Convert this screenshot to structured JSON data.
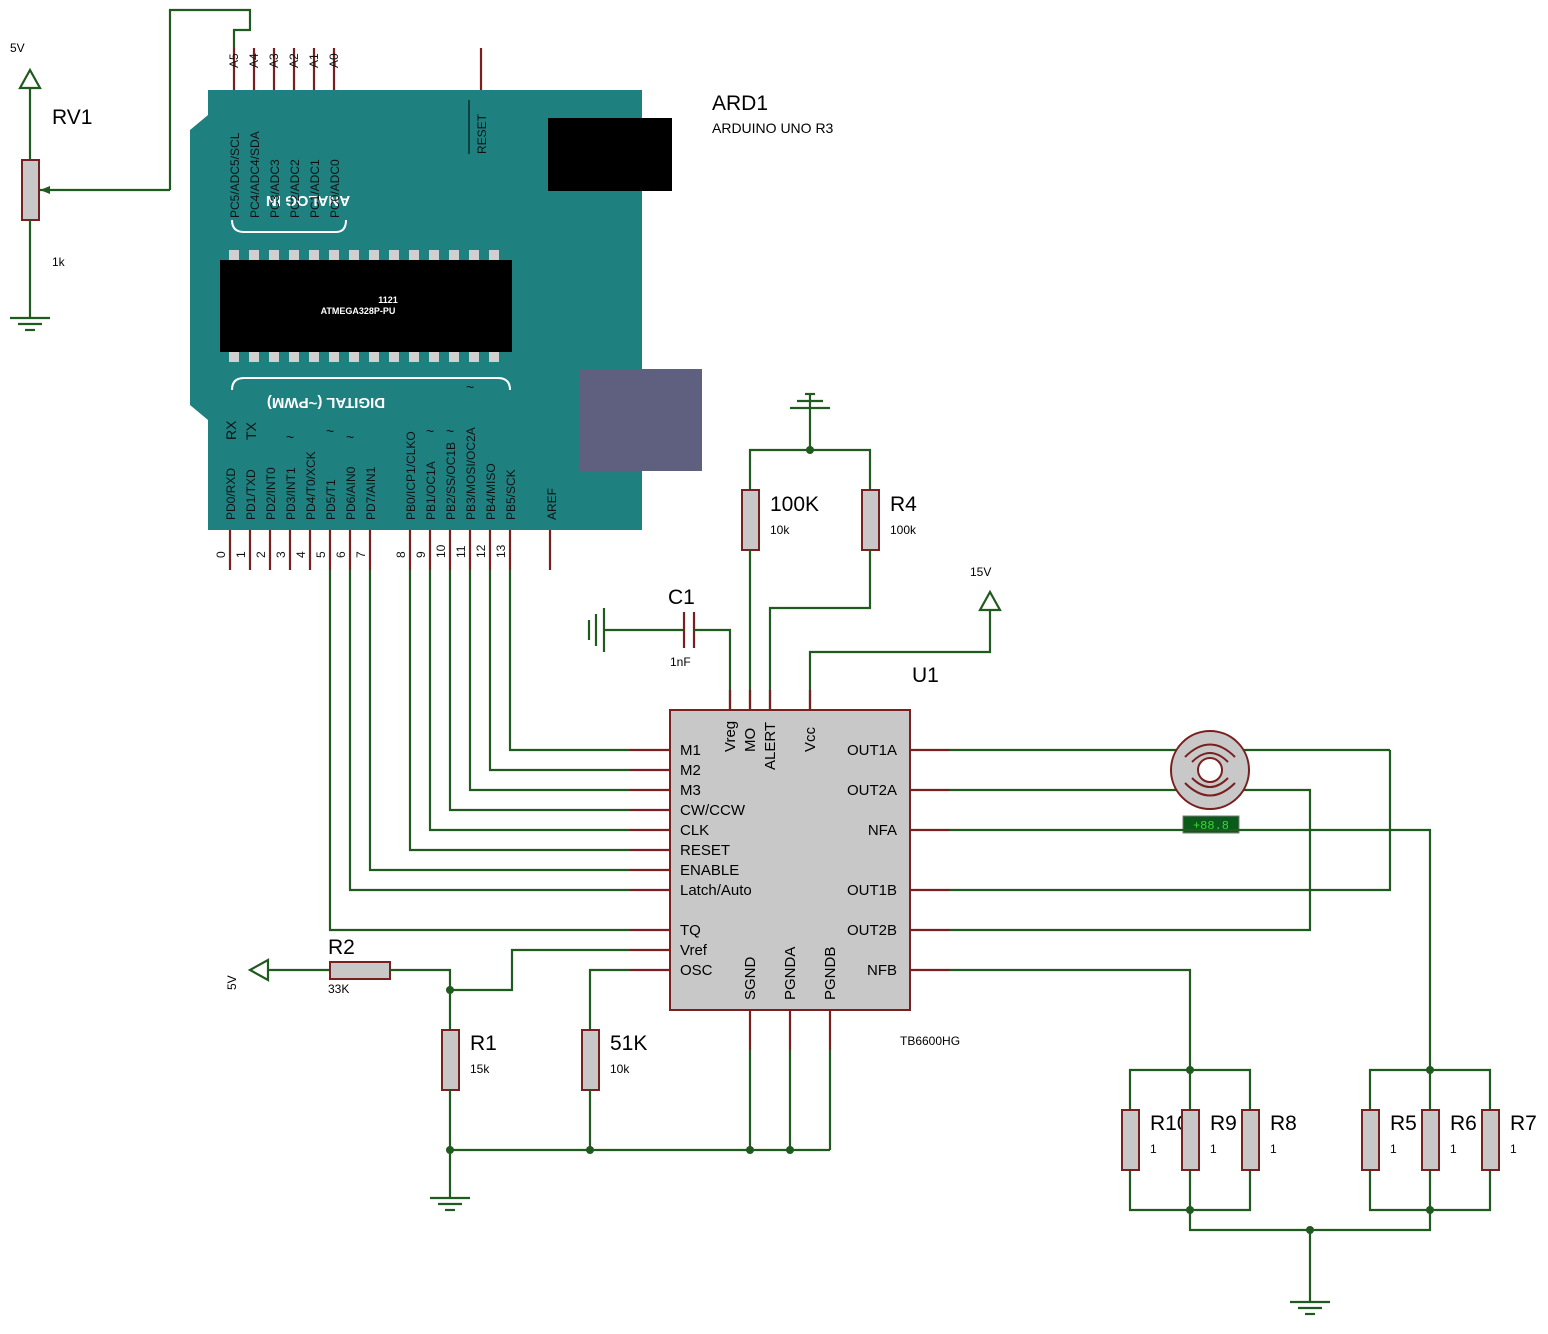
{
  "arduino": {
    "ref": "ARD1",
    "model": "ARDUINO UNO R3",
    "chip_code": "1121",
    "chip_name": "ATMEGA328P-PU",
    "analog_title": "ANALOG IN",
    "digital_title": "DIGITAL (~PWM)",
    "board_color": "#1f8080",
    "analog_pins": [
      "A5",
      "A4",
      "A3",
      "A2",
      "A1",
      "A0"
    ],
    "analog_pin_names": [
      "PC5/ADC5/SCL",
      "PC4/ADC4/SDA",
      "PC3/ADC3",
      "PC2/ADC2",
      "PC1/ADC1",
      "PC0/ADC0"
    ],
    "reset_label": "RESET",
    "digital_pin_names": [
      "PD0/RXD",
      "PD1/TXD",
      "PD2/INT0",
      "PD3/INT1",
      "PD4/T0/XCK",
      "PD5/T1",
      "PD6/AIN0",
      "PD7/AIN1",
      "PB0/ICP1/CLKO",
      "PB1/OC1A",
      "PB2/SS/OC1B",
      "PB3/MOSI/OC2A",
      "PB4/MISO",
      "PB5/SCK"
    ],
    "digital_pin_numbers": [
      "0",
      "1",
      "2",
      "3",
      "4",
      "5",
      "6",
      "7",
      "8",
      "9",
      "10",
      "11",
      "12",
      "13"
    ],
    "rx_label": "RX",
    "tx_label": "TX",
    "pwm_mark": "~",
    "aref_label": "AREF"
  },
  "rv1": {
    "ref": "RV1",
    "value": "1k",
    "supply": "5V"
  },
  "c1": {
    "ref": "C1",
    "value": "1nF"
  },
  "supply_15v": "15V",
  "supply_5v": "5V",
  "r_100k": {
    "ref": "100K",
    "value": "10k"
  },
  "r4": {
    "ref": "R4",
    "value": "100k"
  },
  "u1": {
    "ref": "U1",
    "part": "TB6600HG",
    "left_pins": [
      "M1",
      "M2",
      "M3",
      "CW/CCW",
      "CLK",
      "RESET",
      "ENABLE",
      "Latch/Auto",
      "TQ",
      "Vref",
      "OSC"
    ],
    "top_pins": [
      "Vreg",
      "MO",
      "ALERT",
      "Vcc"
    ],
    "right_pins": [
      "OUT1A",
      "OUT2A",
      "NFA",
      "OUT1B",
      "OUT2B",
      "NFB"
    ],
    "bottom_pins": [
      "SGND",
      "PGNDA",
      "PGNDB"
    ]
  },
  "r2": {
    "ref": "R2",
    "value": "33K"
  },
  "r1": {
    "ref": "R1",
    "value": "15k"
  },
  "r_51k": {
    "ref": "51K",
    "value": "10k"
  },
  "motor": {
    "readout": "+88.8"
  },
  "sense_resistors": [
    {
      "ref": "R10",
      "value": "1"
    },
    {
      "ref": "R9",
      "value": "1"
    },
    {
      "ref": "R8",
      "value": "1"
    },
    {
      "ref": "R5",
      "value": "1"
    },
    {
      "ref": "R6",
      "value": "1"
    },
    {
      "ref": "R7",
      "value": "1"
    }
  ]
}
